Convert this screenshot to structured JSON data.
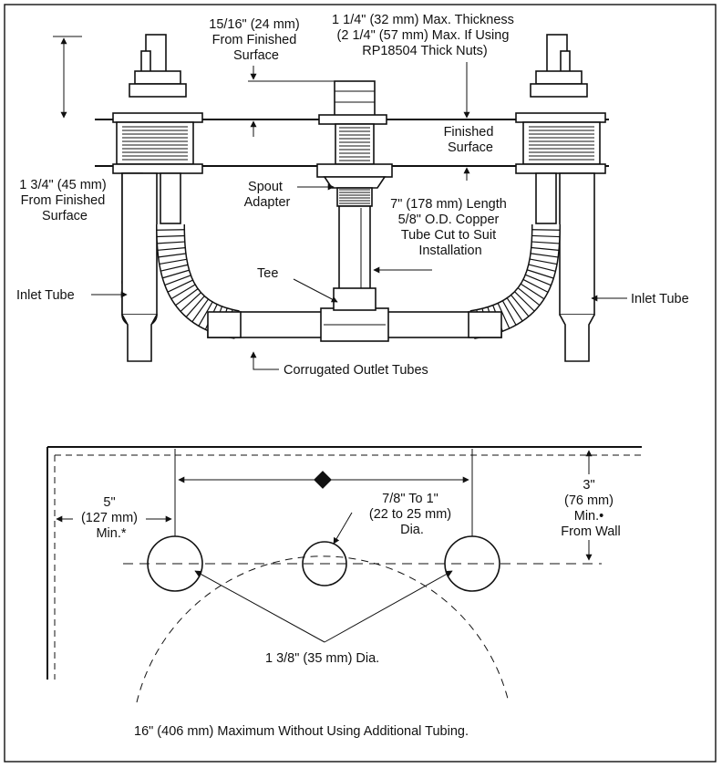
{
  "top_view": {
    "top_dim_left": [
      "15/16\" (24 mm)",
      "From Finished",
      "Surface"
    ],
    "top_dim_right": [
      "1 1/4\" (32 mm) Max. Thickness",
      "(2 1/4\" (57 mm) Max. If Using",
      "RP18504 Thick Nuts)"
    ],
    "finished_surface": [
      "Finished",
      "Surface"
    ],
    "left_dim": [
      "1 3/4\" (45 mm)",
      "From Finished",
      "Surface"
    ],
    "spout_adapter": [
      "Spout",
      "Adapter"
    ],
    "copper_tube": [
      "7\" (178 mm) Length",
      "5/8\" O.D. Copper",
      "Tube Cut to Suit",
      "Installation"
    ],
    "tee": "Tee",
    "inlet_tube_left": "Inlet Tube",
    "inlet_tube_right": "Inlet Tube",
    "corrugated": "Corrugated Outlet Tubes"
  },
  "hole_layout": {
    "side_clearance": [
      "5\"",
      "(127 mm)",
      "Min.*"
    ],
    "spout_hole": [
      "7/8\" To 1\"",
      "(22 to 25 mm)",
      "Dia."
    ],
    "wall_clearance": [
      "3\"",
      "(76 mm)",
      "Min.•",
      "From Wall"
    ],
    "handle_hole": "1 3/8\" (35 mm) Dia.",
    "max_spread": "16\" (406 mm) Maximum Without Using Additional Tubing."
  }
}
